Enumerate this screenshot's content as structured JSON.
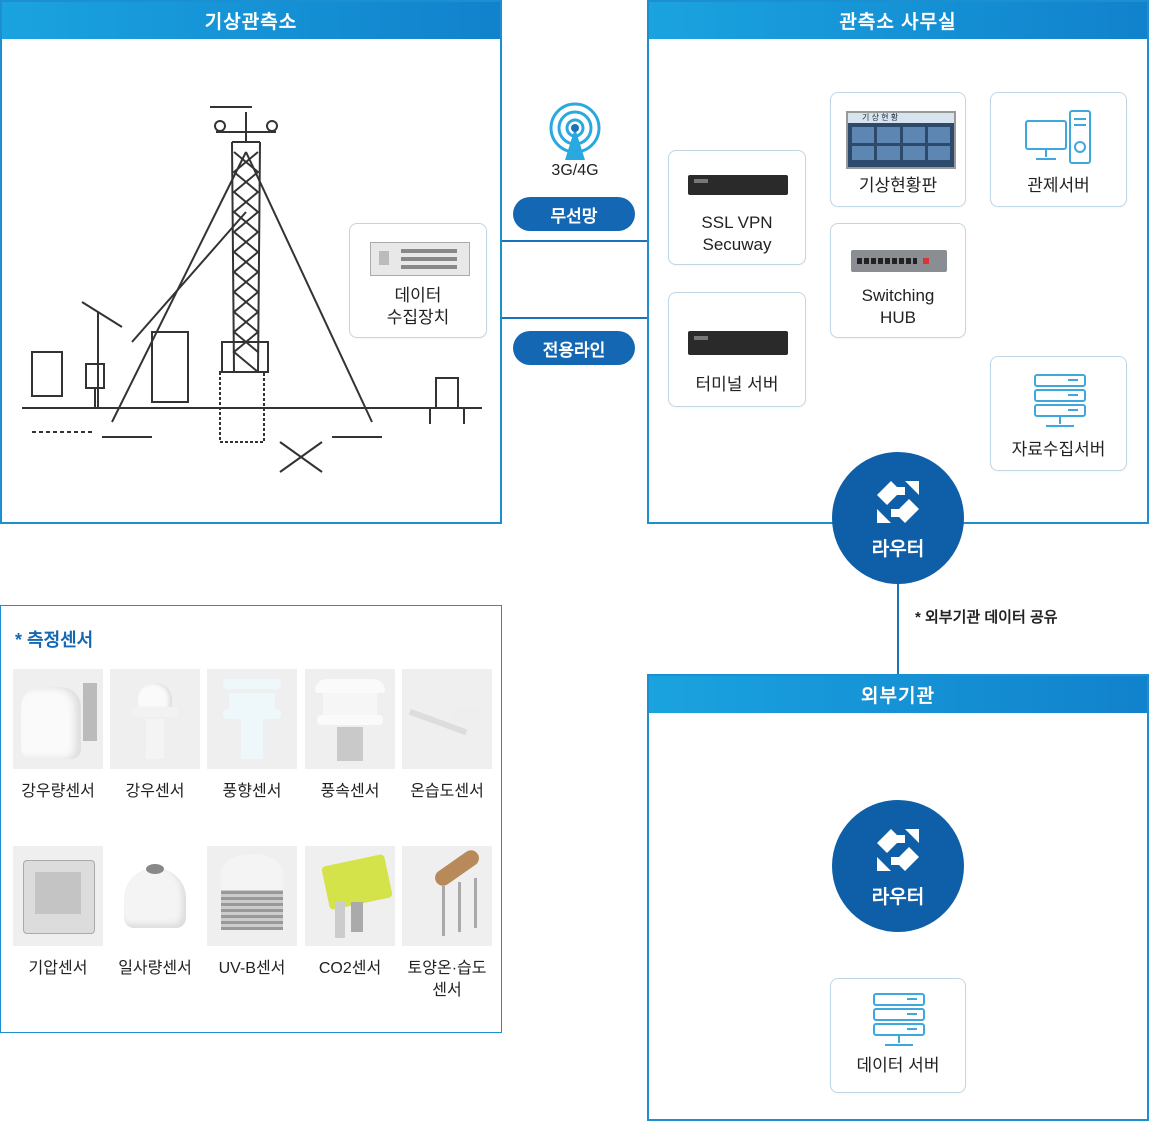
{
  "left_panel": {
    "title": "기상관측소"
  },
  "office_panel": {
    "title": "관측소 사무실"
  },
  "external_panel": {
    "title": "외부기관"
  },
  "wireless": {
    "signal_label": "3G/4G",
    "pill_label": "무선망",
    "icon": "antenna-signal-icon"
  },
  "leased_line": {
    "pill_label": "전용라인"
  },
  "data_logger": {
    "line1": "데이터",
    "line2": "수집장치"
  },
  "ssl_vpn": {
    "line1": "SSL VPN",
    "line2": "Secuway"
  },
  "terminal_server": {
    "label": "터미널 서버"
  },
  "switching_hub": {
    "line1": "Switching",
    "line2": "HUB"
  },
  "weather_board": {
    "label": "기상현황판",
    "screen_title": "기 상 현 황"
  },
  "control_server": {
    "label": "관제서버",
    "icon": "desktop-computer-icon"
  },
  "collection_server": {
    "label": "자료수집서버",
    "icon": "server-rack-icon"
  },
  "router_office": {
    "label": "라우터",
    "icon": "router-arrows-icon"
  },
  "router_external": {
    "label": "라우터",
    "icon": "router-arrows-icon"
  },
  "share_note": {
    "text": "* 외부기관 데이터 공유"
  },
  "data_server": {
    "label": "데이터 서버",
    "icon": "server-rack-icon"
  },
  "sensors": {
    "title": "* 측정센서",
    "row1": [
      "강우량센서",
      "강우센서",
      "풍향센서",
      "풍속센서",
      "온습도센서"
    ],
    "row2": [
      "기압센서",
      "일사량센서",
      "UV-B센서",
      "CO2센서",
      "토양온·습도"
    ],
    "row2_last_line2": "센서"
  },
  "colors": {
    "accent": "#1b8fd0",
    "line": "#1a73b8",
    "router": "#0f5fa8",
    "pill": "#1468b3"
  }
}
